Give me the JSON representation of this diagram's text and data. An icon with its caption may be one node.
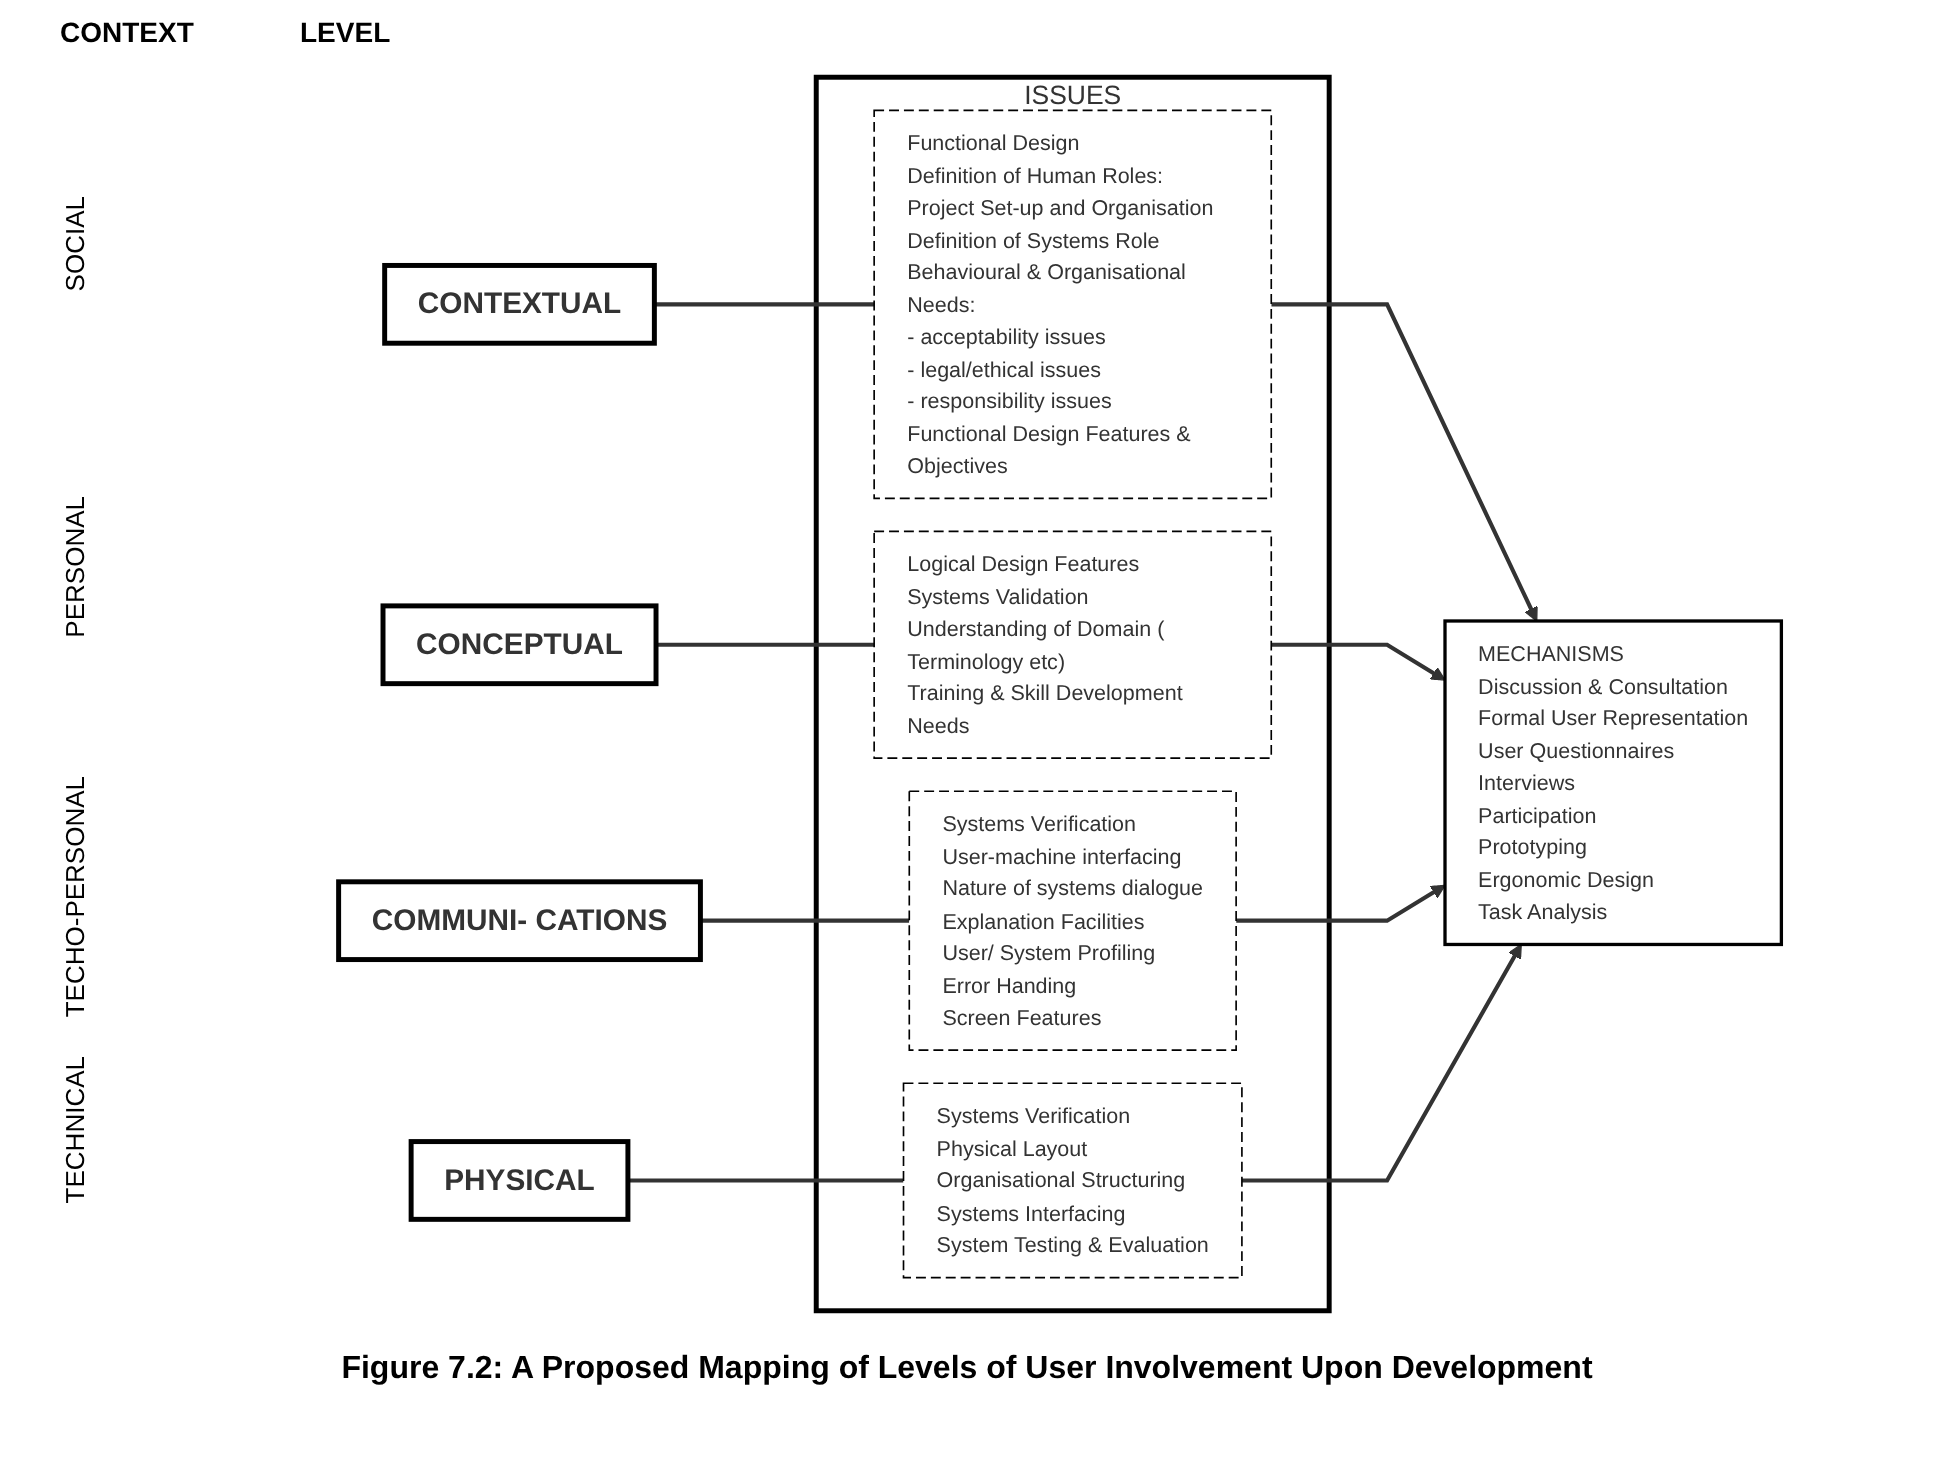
{
  "diagram": {
    "caption": "Figure 7.2: A Proposed Mapping of Levels of User Involvement Upon Development",
    "nodes": [
      {
        "text": [
          "CONTEXTUAL"
        ]
      },
      {
        "text": [
          "CONCEPTUAL"
        ]
      },
      {
        "text": [
          "COMMUNI- CATIONS"
        ]
      },
      {
        "text": [
          "PHYSICAL"
        ]
      },
      {
        "text": [
          "ISSUES"
        ]
      },
      {
        "text": [
          "Functional Design",
          "Definition of Human Roles:",
          "Project Set-up and Organisation",
          "Definition of Systems Role",
          "Behavioural & Organisational Needs:",
          "- acceptability issues",
          "- legal/ethical issues",
          "- responsibility issues",
          "Functional Design Features & Objectives"
        ],
        "in": 4
      },
      {
        "text": [
          "Logical Design Features",
          "Systems Validation",
          "Understanding of Domain ( Terminology etc)",
          "Training & Skill Development Needs"
        ],
        "in": 4
      },
      {
        "text": [
          "Systems Verification",
          "User-machine interfacing",
          "Nature of systems dialogue",
          "Explanation Facilities",
          "User/ System Profiling",
          "Error Handing",
          "Screen Features"
        ],
        "in": 4
      },
      {
        "text": [
          "Systems Verification",
          "Physical Layout",
          "Organisational Structuring",
          "Systems Interfacing",
          "System Testing & Evaluation"
        ],
        "in": 4
      },
      {
        "text": [
          "MECHANISMS",
          "Discussion & Consultation",
          "Formal User Representation",
          "User Questionnaires",
          "Interviews",
          "Participation",
          "Prototyping",
          "Ergonomic Design",
          "Task Analysis"
        ]
      }
    ],
    "edges": [
      {
        "from": 0,
        "to": 5,
        "arrow": "none"
      },
      {
        "from": 1,
        "to": 6,
        "arrow": "none"
      },
      {
        "from": 2,
        "to": 7,
        "arrow": "none"
      },
      {
        "from": 3,
        "to": 8,
        "arrow": "none"
      },
      {
        "from": 5,
        "to": 9,
        "arrow": "to"
      },
      {
        "from": 6,
        "to": 9,
        "arrow": "to"
      },
      {
        "from": 7,
        "to": 9,
        "arrow": "to"
      },
      {
        "from": 8,
        "to": 9,
        "arrow": "to"
      }
    ],
    "labels": [
      "CONTEXT",
      "LEVEL",
      "SOCIAL",
      "PERSONAL",
      "TECHO-PERSONAL",
      "TECHNICAL"
    ]
  }
}
